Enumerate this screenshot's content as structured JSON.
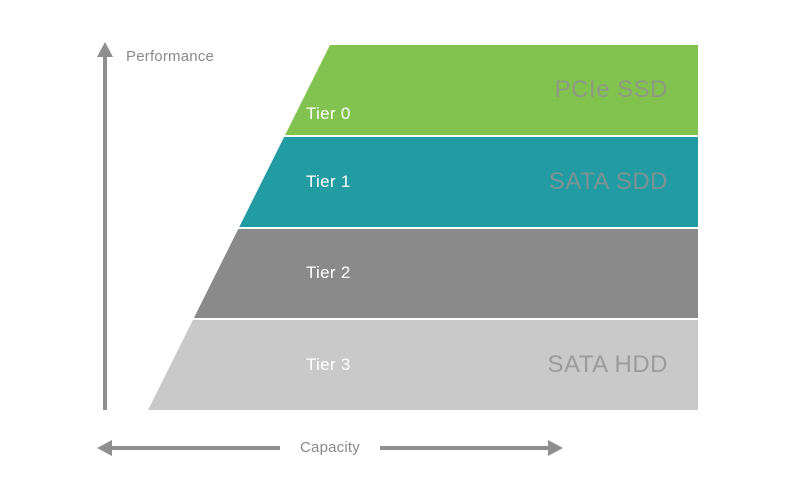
{
  "colors": {
    "background": "#ffffff",
    "axis": "#8f8f8f",
    "axis_text": "#8a8a8a",
    "tier_name_text": "#ffffff",
    "tech_label_text": "#919191"
  },
  "axes": {
    "y_label": "Performance",
    "x_label": "Capacity"
  },
  "pyramid": {
    "tiers": [
      {
        "name": "Tier 0",
        "technology": "PCIe SSD",
        "color": "#82c24e"
      },
      {
        "name": "Tier 1",
        "technology": "SATA SDD",
        "color": "#239ba3"
      },
      {
        "name": "Tier 2",
        "technology": "",
        "color": "#8a8a8a"
      },
      {
        "name": "Tier 3",
        "technology": "SATA HDD",
        "color": "#c9c9c9"
      }
    ]
  }
}
